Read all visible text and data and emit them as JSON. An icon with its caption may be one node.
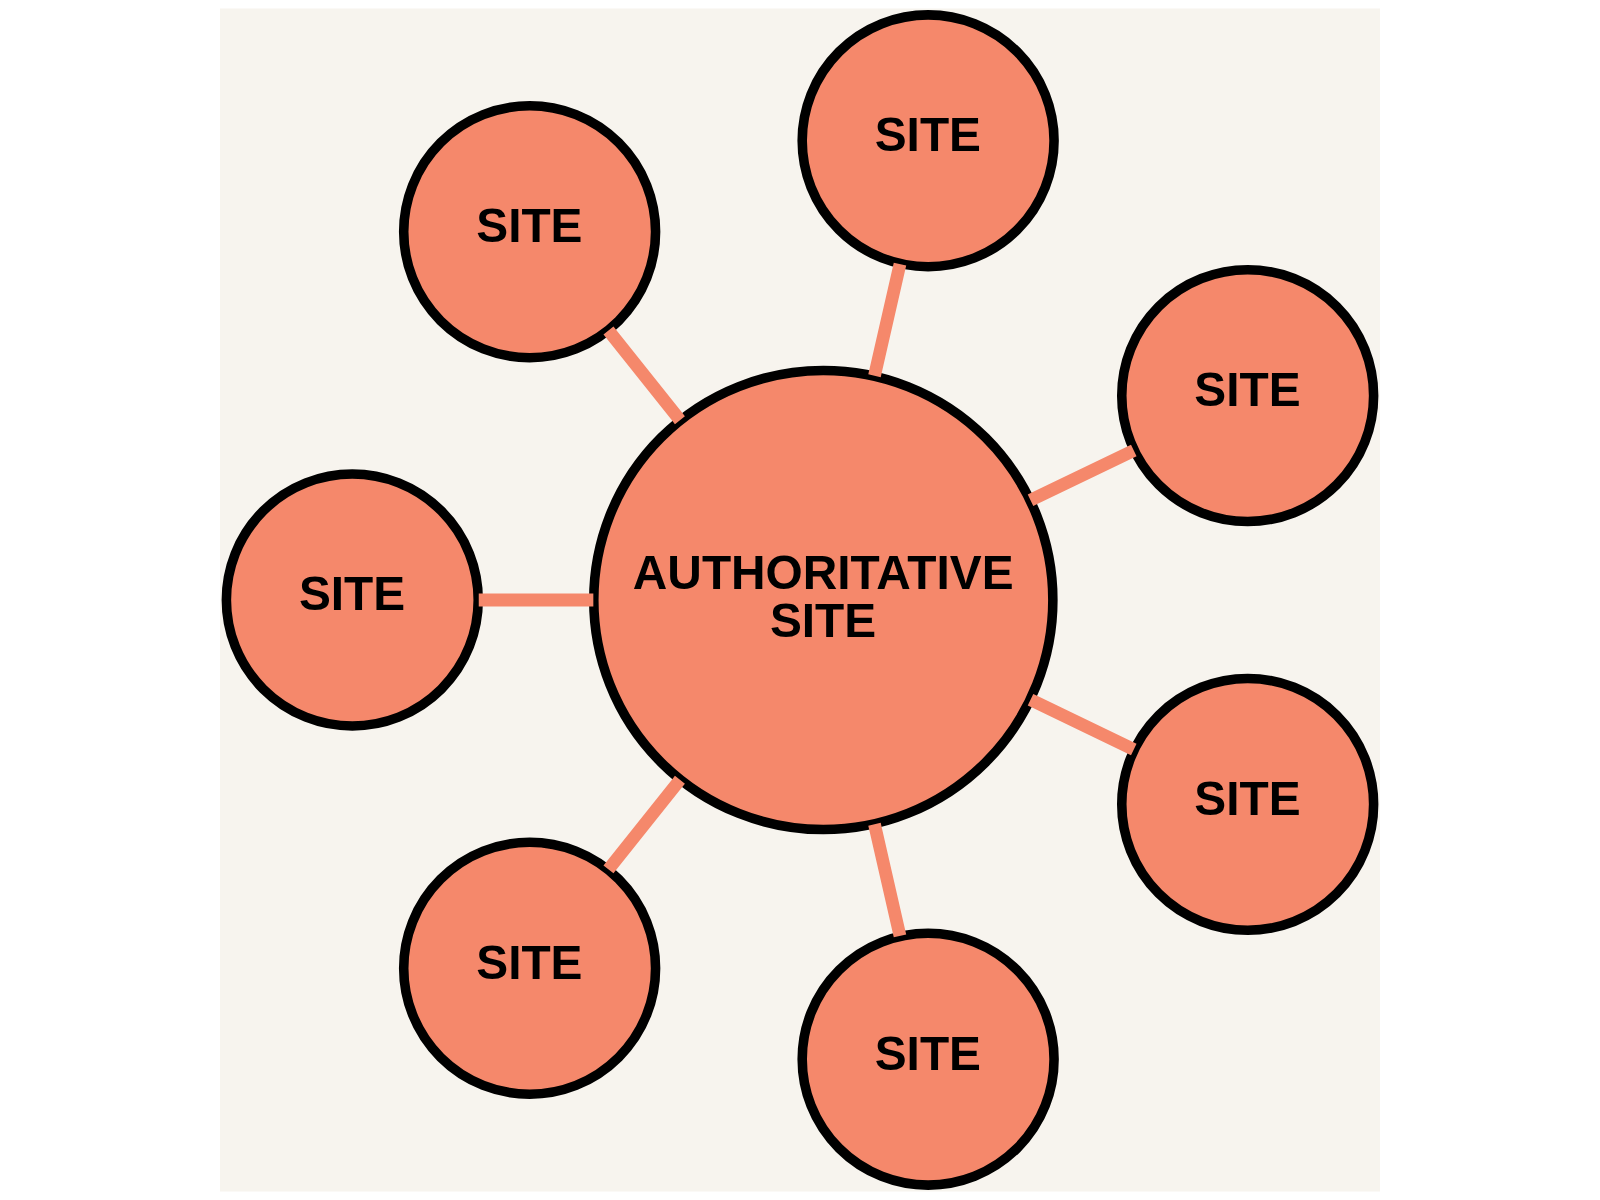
{
  "diagram": {
    "nodes": [
      {
        "text": [
          "SITE"
        ]
      },
      {
        "text": [
          "SITE"
        ]
      },
      {
        "text": [
          "SITE"
        ]
      },
      {
        "text": [
          "AUTHORITATIVE SITE"
        ]
      },
      {
        "text": [
          "SITE"
        ]
      },
      {
        "text": [
          "SITE"
        ]
      },
      {
        "text": [
          "SITE"
        ]
      },
      {
        "text": [
          "SITE"
        ]
      }
    ],
    "edges": [
      {
        "from": 3,
        "to": 0,
        "arrow": "none"
      },
      {
        "from": 3,
        "to": 1,
        "arrow": "none"
      },
      {
        "from": 3,
        "to": 2,
        "arrow": "none"
      },
      {
        "from": 3,
        "to": 4,
        "arrow": "none"
      },
      {
        "from": 3,
        "to": 5,
        "arrow": "none"
      },
      {
        "from": 3,
        "to": 6,
        "arrow": "none"
      },
      {
        "from": 3,
        "to": 7,
        "arrow": "none"
      }
    ]
  }
}
